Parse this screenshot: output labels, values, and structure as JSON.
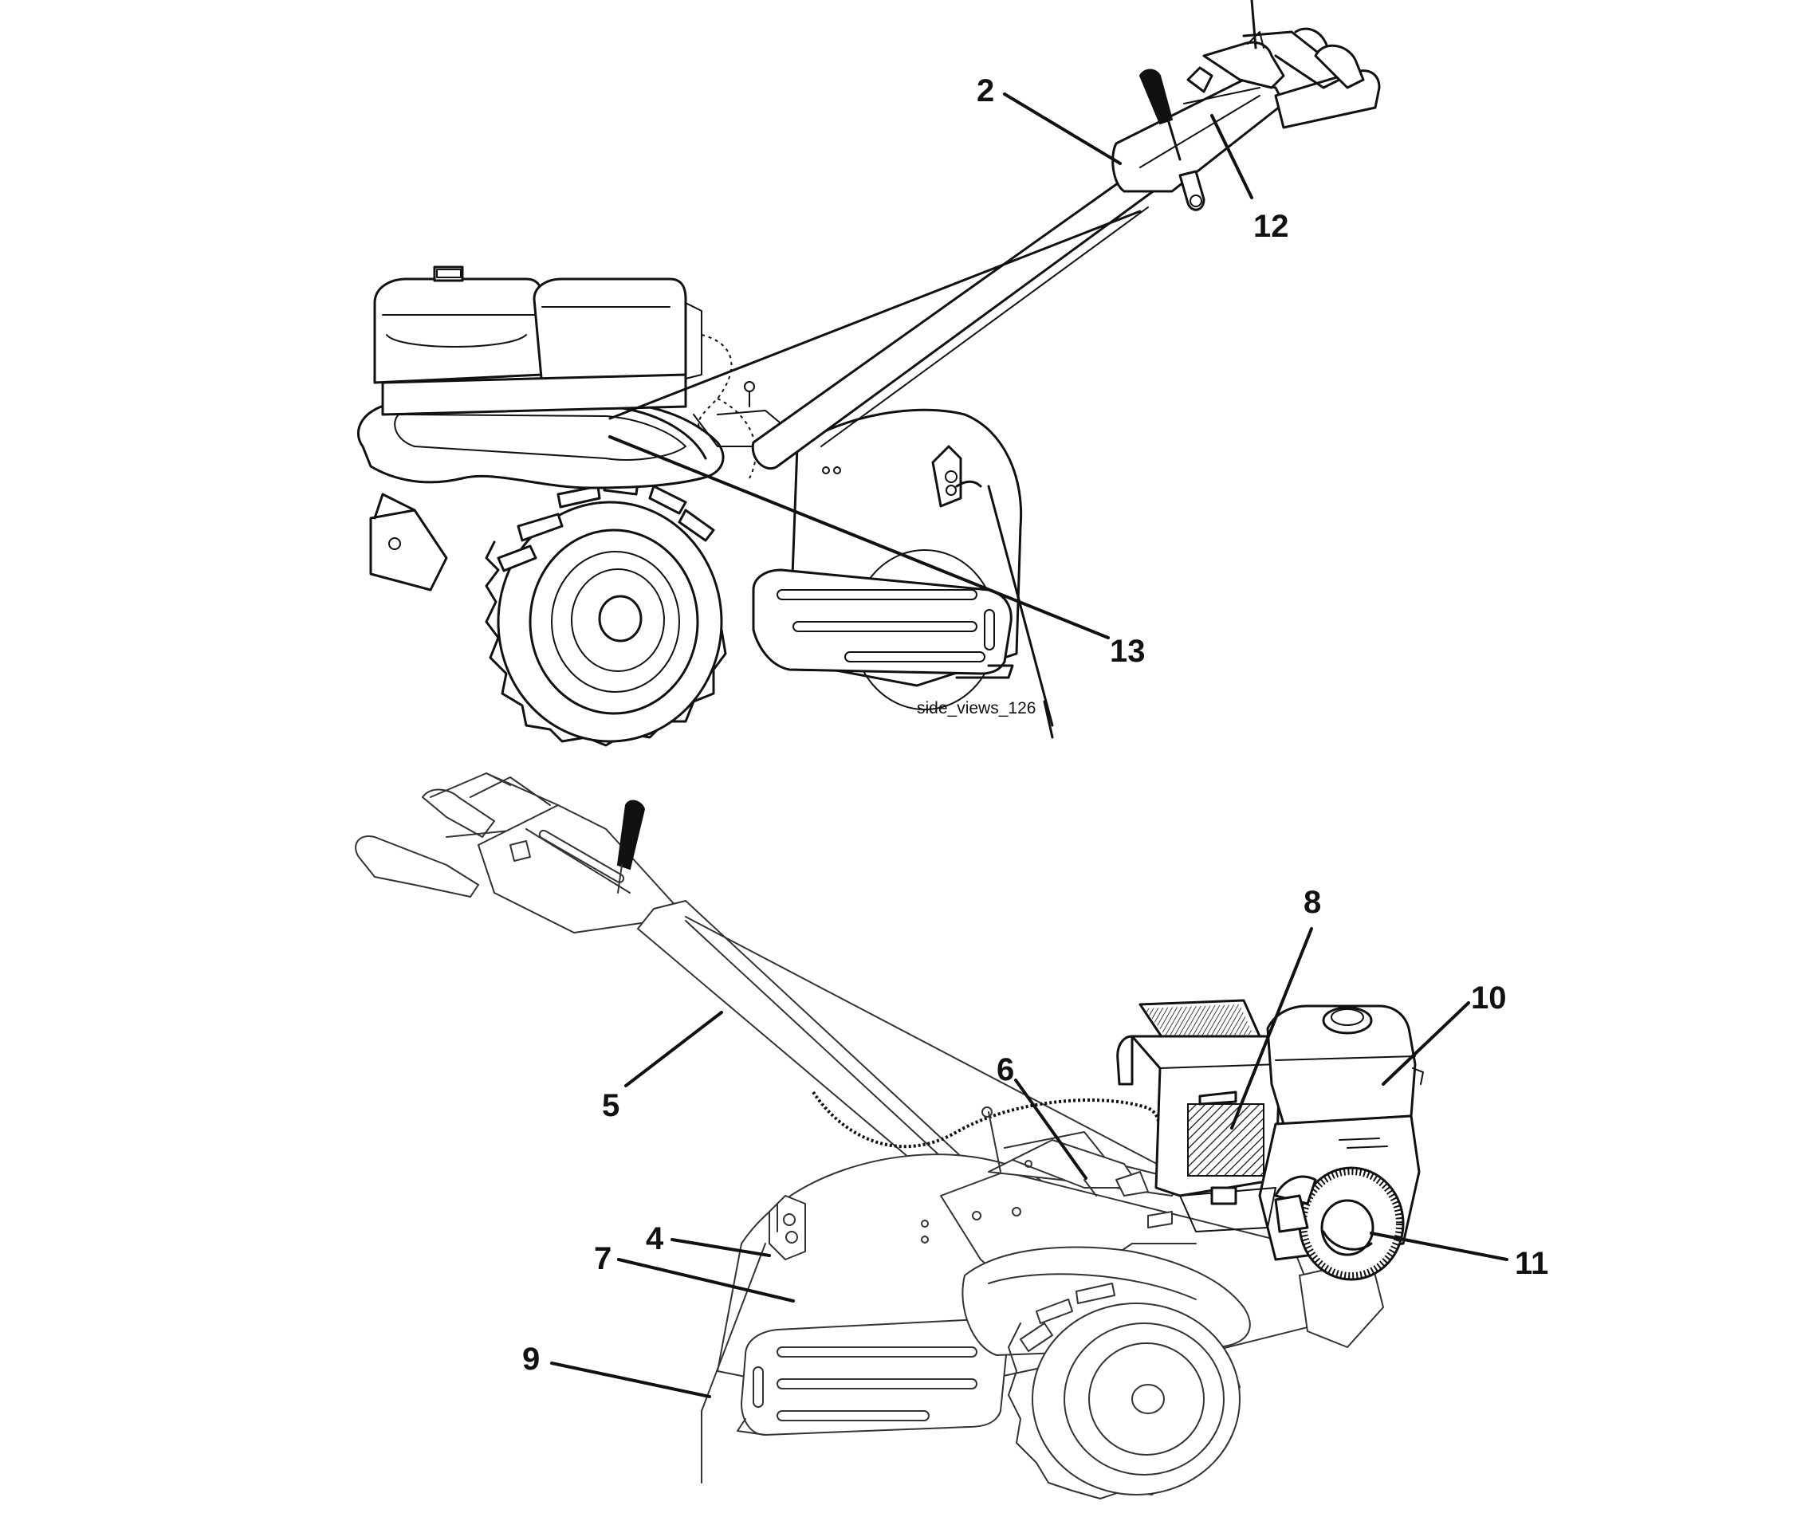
{
  "caption": "side_views_126",
  "callouts": {
    "c2": "2",
    "c12": "12",
    "c13": "13",
    "c8": "8",
    "c10": "10",
    "c6": "6",
    "c5": "5",
    "c4": "4",
    "c7": "7",
    "c9": "9",
    "c11": "11"
  }
}
